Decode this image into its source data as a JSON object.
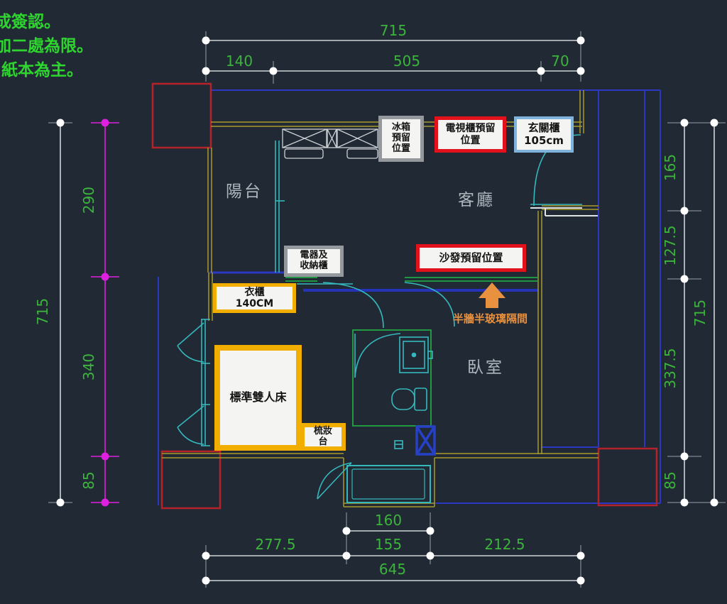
{
  "notes": {
    "line1": "成簽認。",
    "line2": "加二處為限。",
    "line3": "紙本為主。"
  },
  "rooms": {
    "balcony": "陽台",
    "living_room": "客廳",
    "bedroom": "臥室"
  },
  "furniture_labels": {
    "fridge": {
      "line1": "冰箱",
      "line2": "預留",
      "line3": "位置",
      "border_color": "#95989c"
    },
    "tv_cabinet": {
      "line1": "電視櫃預留",
      "line2": "位置",
      "border_color": "#e3111c"
    },
    "entry_cabinet": {
      "line1": "玄關櫃",
      "line2": "105cm",
      "border_color": "#7fb3dc"
    },
    "appliance_cabinet": {
      "line1": "電器及",
      "line2": "收納櫃",
      "border_color": "#95989c"
    },
    "wardrobe": {
      "line1": "衣櫃",
      "line2": "140CM",
      "border_color": "#f2ae00"
    },
    "sofa": {
      "line1": "沙發預留位置",
      "border_color": "#e3111c"
    },
    "double_bed": {
      "line1": "標準雙人床",
      "border_color": "#f2ae00"
    },
    "dresser": {
      "line1": "梳妝",
      "line2": "台",
      "border_color": "#f2ae00"
    }
  },
  "annotations": {
    "partition": "半牆半玻璃隔間"
  },
  "dims": {
    "top_total": "715",
    "top_a": "140",
    "top_b": "505",
    "top_c": "70",
    "right_a": "165",
    "right_b": "127.5",
    "right_c": "337.5",
    "right_d": "85",
    "right_total": "715",
    "left_a": "290",
    "left_b": "340",
    "left_c": "85",
    "left_total": "715",
    "bottom_inner": "160",
    "bottom_a": "277.5",
    "bottom_b": "155",
    "bottom_c": "212.5",
    "bottom_total": "645"
  },
  "colors": {
    "background": "#212935",
    "dimension_text_green": "#3cb43c",
    "note_green": "#2ed52e",
    "magenta_dim": "#e020e0",
    "dim_line": "#cfd4d8",
    "column_red": "#b5222a",
    "wall_yellow": "#a89b2a",
    "wall_blue": "#2a38c2",
    "wall_green": "#22a544",
    "fixture_cyan": "#35b8bc",
    "arrow_orange": "#e8913f",
    "label_red_border": "#e3111c",
    "label_yellow_border": "#f2ae00",
    "label_blue_border": "#7fb3dc",
    "label_gray_border": "#95989c"
  }
}
